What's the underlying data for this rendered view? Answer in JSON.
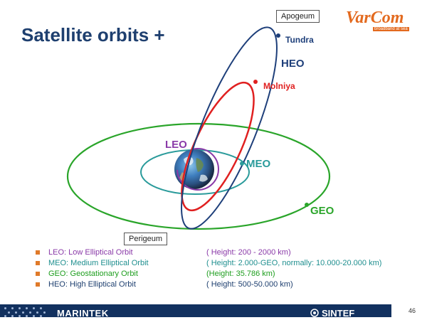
{
  "title": "Satellite orbits +",
  "logo": {
    "text": "VarCom",
    "tagline": "broadband at sea"
  },
  "callouts": {
    "apogeum": "Apogeum",
    "perigeum": "Perigeum"
  },
  "orbit_labels": {
    "tundra": "Tundra",
    "heo": "HEO",
    "molniya": "Molniya",
    "leo": "LEO",
    "meo": "MEO",
    "geo": "GEO"
  },
  "colors": {
    "geo": "#2aa52a",
    "meo": "#2a9b9b",
    "leo": "#8a3aa8",
    "molniya": "#e02020",
    "tundra": "#1e3f7a",
    "title": "#1e3f6f",
    "bullet": "#e07a2a"
  },
  "legend": [
    {
      "name": "LEO:  Low Elliptical Orbit",
      "height": "(  Height: 200 - 2000 km)",
      "color": "#8a3aa8"
    },
    {
      "name": "MEO: Medium Elliptical Orbit",
      "height": "(  Height: 2.000-GEO, normally: 10.000-20.000 km)",
      "color": "#1f8f8f"
    },
    {
      "name": "GEO: Geostationary Orbit",
      "height": "(Height: 35.786 km)",
      "color": "#1e9e1e"
    },
    {
      "name": "HEO: High Elliptical Orbit",
      "height": "(  Height: 500-50.000 km)",
      "color": "#1e3f6f"
    }
  ],
  "footer": {
    "left_brand": "MARINTEK",
    "right_brand": "SINTEF",
    "page_number": "46"
  }
}
